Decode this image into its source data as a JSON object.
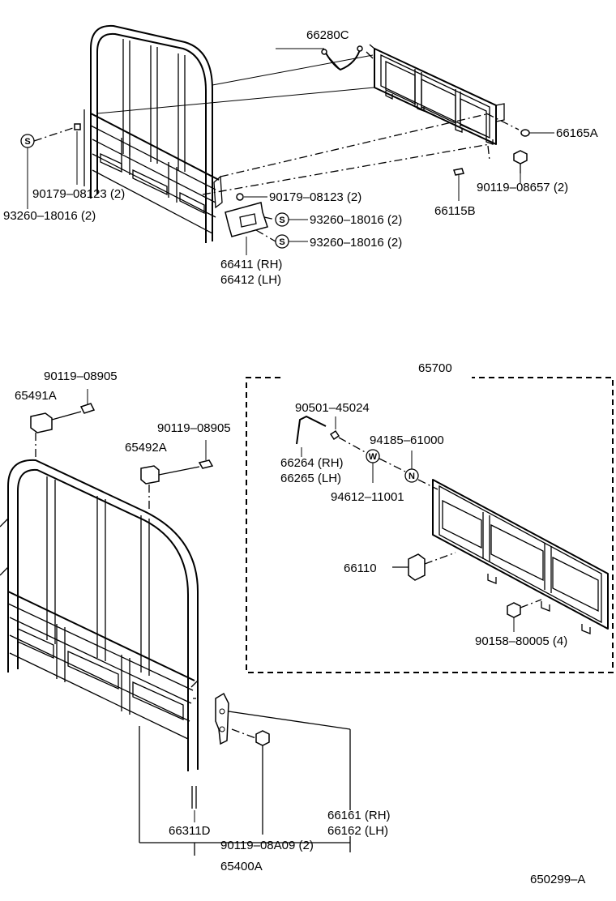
{
  "labels": {
    "p66280C": "66280C",
    "p66165A": "66165A",
    "p90179_left": "90179–08123 (2)",
    "p93260_left": "93260–18016 (2)",
    "p90179_mid": "90179–08123 (2)",
    "p93260_mid1": "93260–18016 (2)",
    "p93260_mid2": "93260–18016 (2)",
    "p66411": "66411 (RH)",
    "p66412": "66412 (LH)",
    "p66115B": "66115B",
    "p90119_08657": "90119–08657 (2)",
    "p90119_08905_a": "90119–08905",
    "p65491A": "65491A",
    "p90119_08905_b": "90119–08905",
    "p65492A": "65492A",
    "p65700": "65700",
    "p90501": "90501–45024",
    "p94185": "94185–61000",
    "p66264": "66264 (RH)",
    "p66265": "66265 (LH)",
    "p94612": "94612–11001",
    "p66110": "66110",
    "p90158": "90158–80005 (4)",
    "p66311D": "66311D",
    "p66161": "66161 (RH)",
    "p66162": "66162 (LH)",
    "p90119_08A09": "90119–08A09 (2)",
    "p65400A": "65400A",
    "code": "650299–A"
  },
  "symbols": {
    "s": "S",
    "w": "W",
    "n": "N"
  }
}
